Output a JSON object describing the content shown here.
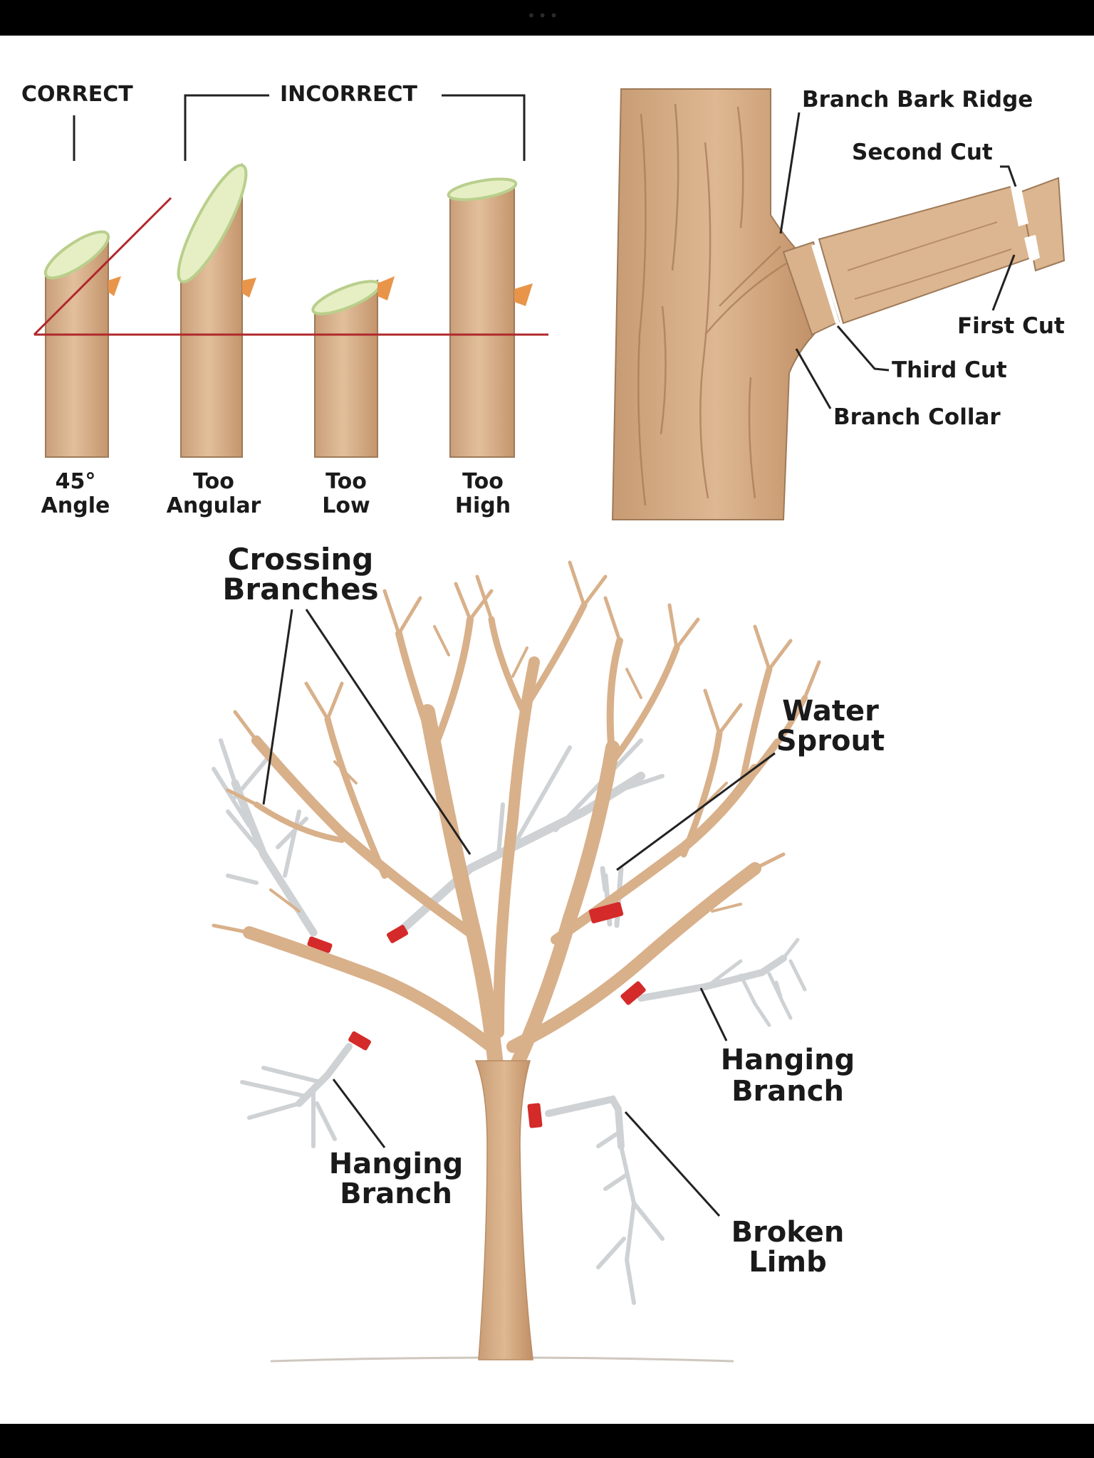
{
  "cut_types": {
    "header_correct": "CORRECT",
    "header_incorrect": "INCORRECT",
    "stems": [
      {
        "line1": "45°",
        "line2": "Angle"
      },
      {
        "line1": "Too",
        "line2": "Angular"
      },
      {
        "line1": "Too",
        "line2": "Low"
      },
      {
        "line1": "Too",
        "line2": "High"
      }
    ]
  },
  "three_cut": {
    "branch_bark_ridge": "Branch Bark Ridge",
    "second_cut": "Second Cut",
    "first_cut": "First Cut",
    "third_cut": "Third Cut",
    "branch_collar": "Branch Collar"
  },
  "tree": {
    "crossing_1": "Crossing",
    "crossing_2": "Branches",
    "water_1": "Water",
    "water_2": "Sprout",
    "hanging_right_1": "Hanging",
    "hanging_right_2": "Branch",
    "hanging_left_1": "Hanging",
    "hanging_left_2": "Branch",
    "broken_1": "Broken",
    "broken_2": "Limb"
  },
  "colors": {
    "wood": "#d8b08a",
    "wood_dark": "#b88c64",
    "cut_face": "#e6efc4",
    "guide_line": "#b0282c",
    "cut_mark": "#d42a2a",
    "removed_branch": "#cfd2d4"
  }
}
